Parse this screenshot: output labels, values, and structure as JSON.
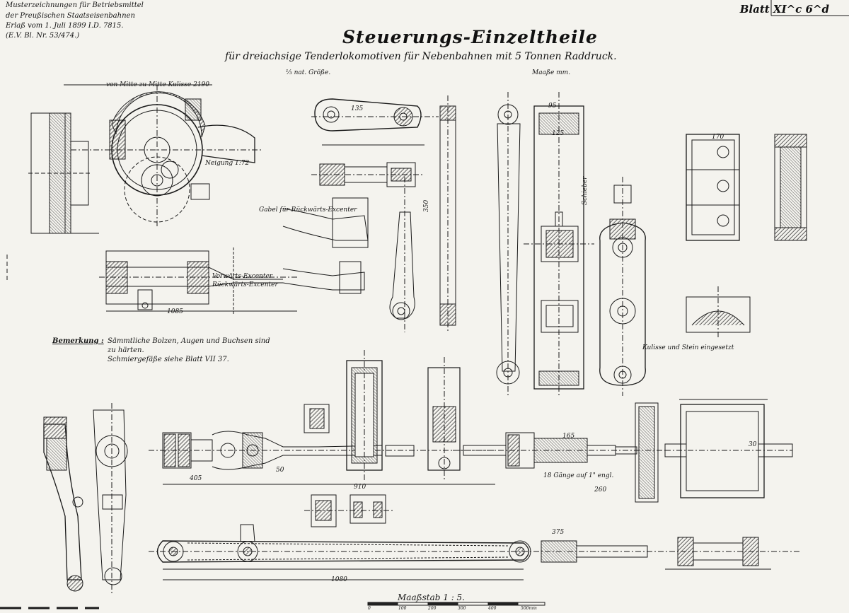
{
  "header": {
    "line1": "Musterzeichnungen für Betriebsmittel",
    "line2": "der Preußischen Staatseisenbahnen",
    "line3": "Erlaß vom 1. Juli 1899 I.D. 7815.",
    "line4": "(E.V. Bl. Nr. 53/474.)"
  },
  "sheet_number": "Blatt XI^c 6^d",
  "title": "Steuerungs-Einzeltheile",
  "subtitle": "für dreiachsige Tenderlokomotiven für Nebenbahnen mit 5 Tonnen Raddruck.",
  "scale_note": "⅓ nat. Größe.",
  "units_note": "Maaße mm.",
  "labels": {
    "kulisse_distance": "von Mitte zu Mitte Kulisse 2190",
    "neigung": "Neigung 1:72",
    "gabel": "Gabel für Rückwärts-Excenter",
    "vorwaerts": "Vorwärts-Excenter",
    "rueckwaerts": "Rückwärts-Excenter",
    "kulisse_stein": "Kulisse und Stein eingesetzt",
    "gaenge": "18 Gänge auf 1\" engl.",
    "schieber": "Schieber"
  },
  "remark": {
    "heading": "Bemerkung :",
    "line1": "Sämmtliche Bolzen, Augen und Buchsen sind",
    "line2": "zu härten.",
    "line3": "Schmiergefäße siehe Blatt VII 37."
  },
  "scale_bar": {
    "label": "Maaßstab 1 : 5.",
    "ticks": [
      "0",
      "100",
      "200",
      "300",
      "400",
      "500mm"
    ]
  },
  "dimensions": {
    "d1": "1085",
    "d2": "910",
    "d3": "1080",
    "d4": "260",
    "d5": "405",
    "d6": "375",
    "d7": "135",
    "d8": "95",
    "d9": "50",
    "d10": "30",
    "d11": "165",
    "d12": "170",
    "d13": "350",
    "d14": "125"
  },
  "colors": {
    "paper": "#f4f3ee",
    "ink": "#151515",
    "section_hatch": "#3a3a3a"
  }
}
